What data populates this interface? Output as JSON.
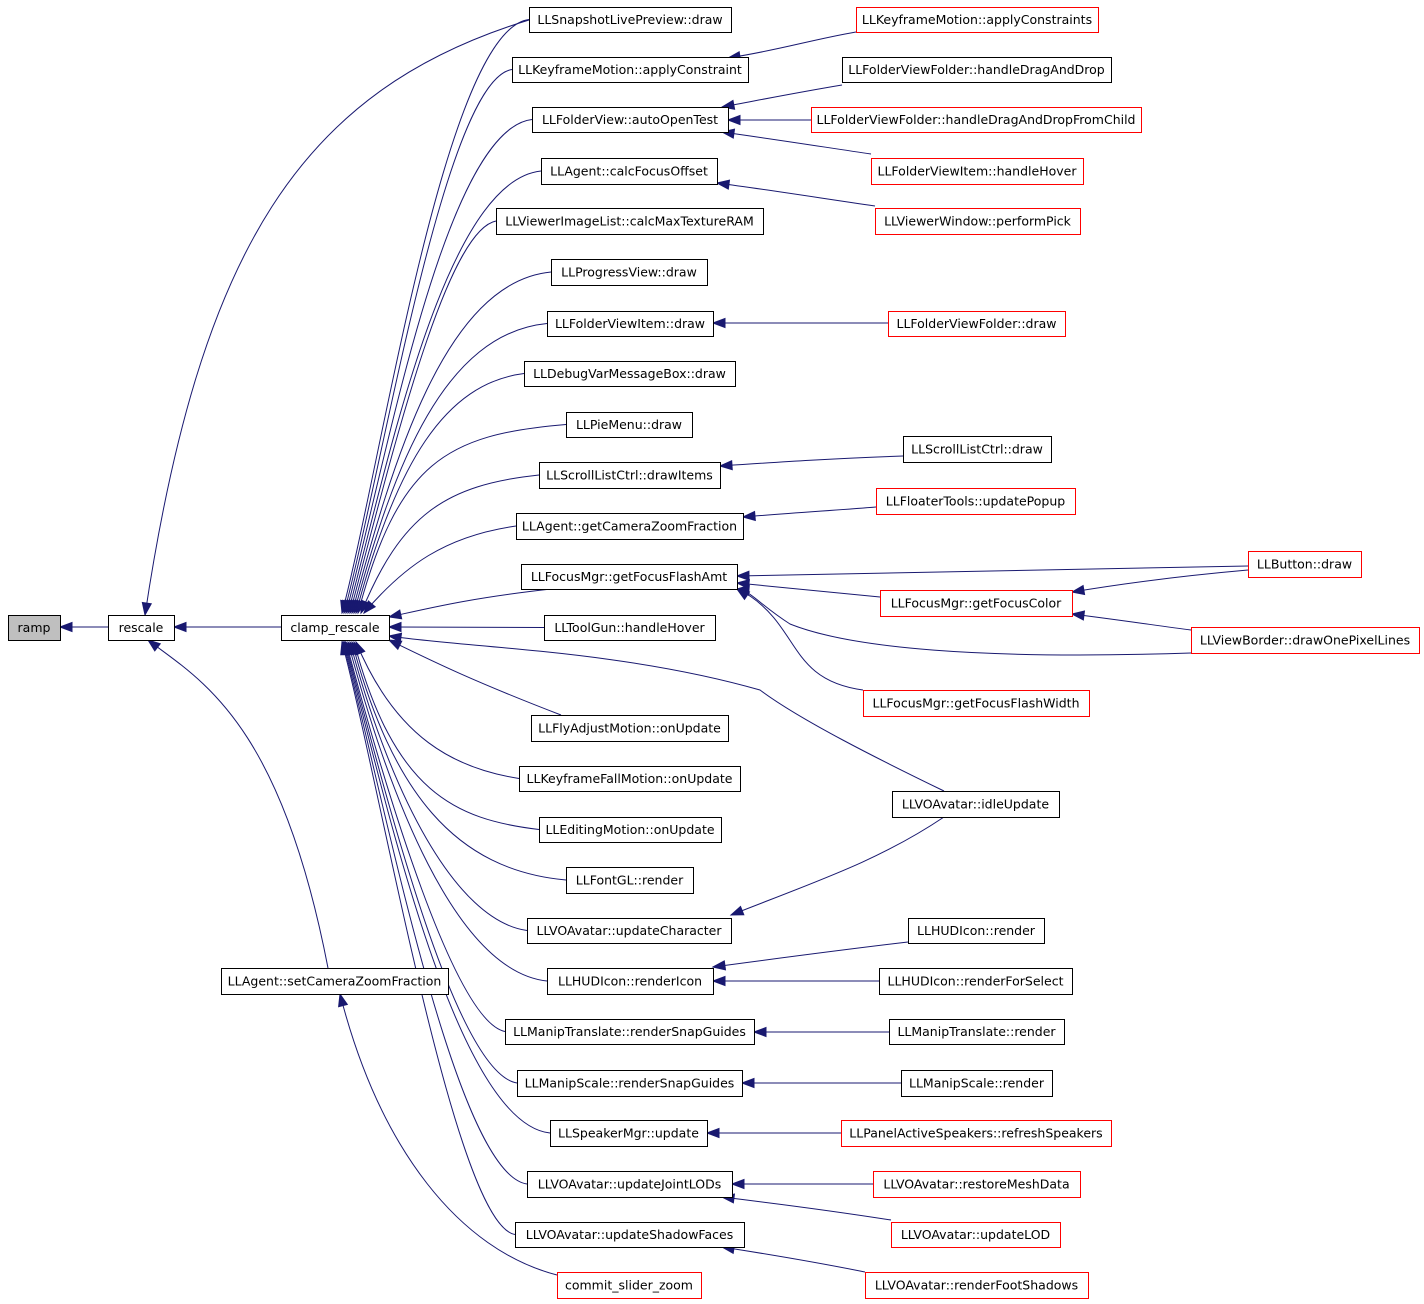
{
  "colors": {
    "edge": "#191970",
    "node_border": "#000000",
    "truncated_border": "#ff0000",
    "root_fill": "#bfbfbf",
    "node_fill": "#ffffff"
  },
  "nodes": [
    {
      "id": "ramp",
      "label": "ramp",
      "kind": "root"
    },
    {
      "id": "rescale",
      "label": "rescale",
      "kind": "normal"
    },
    {
      "id": "clamp_rescale",
      "label": "clamp_rescale",
      "kind": "normal"
    },
    {
      "id": "setCameraZoomFraction",
      "label": "LLAgent::setCameraZoomFraction",
      "kind": "normal"
    },
    {
      "id": "commit_slider_zoom",
      "label": "commit_slider_zoom",
      "kind": "truncated"
    },
    {
      "id": "snapshotDraw",
      "label": "LLSnapshotLivePreview::draw",
      "kind": "normal"
    },
    {
      "id": "applyConstraint",
      "label": "LLKeyframeMotion::applyConstraint",
      "kind": "normal"
    },
    {
      "id": "autoOpenTest",
      "label": "LLFolderView::autoOpenTest",
      "kind": "normal"
    },
    {
      "id": "calcFocusOffset",
      "label": "LLAgent::calcFocusOffset",
      "kind": "normal"
    },
    {
      "id": "calcMaxTextureRAM",
      "label": "LLViewerImageList::calcMaxTextureRAM",
      "kind": "normal"
    },
    {
      "id": "progressDraw",
      "label": "LLProgressView::draw",
      "kind": "normal"
    },
    {
      "id": "folderViewItemDraw",
      "label": "LLFolderViewItem::draw",
      "kind": "normal"
    },
    {
      "id": "debugVarDraw",
      "label": "LLDebugVarMessageBox::draw",
      "kind": "normal"
    },
    {
      "id": "pieMenuDraw",
      "label": "LLPieMenu::draw",
      "kind": "normal"
    },
    {
      "id": "drawItems",
      "label": "LLScrollListCtrl::drawItems",
      "kind": "normal"
    },
    {
      "id": "getCameraZoomFraction",
      "label": "LLAgent::getCameraZoomFraction",
      "kind": "normal"
    },
    {
      "id": "getFocusFlashAmt",
      "label": "LLFocusMgr::getFocusFlashAmt",
      "kind": "normal"
    },
    {
      "id": "toolGunHover",
      "label": "LLToolGun::handleHover",
      "kind": "normal"
    },
    {
      "id": "flyAdjust",
      "label": "LLFlyAdjustMotion::onUpdate",
      "kind": "normal"
    },
    {
      "id": "keyframeFall",
      "label": "LLKeyframeFallMotion::onUpdate",
      "kind": "normal"
    },
    {
      "id": "editingMotion",
      "label": "LLEditingMotion::onUpdate",
      "kind": "normal"
    },
    {
      "id": "fontRender",
      "label": "LLFontGL::render",
      "kind": "normal"
    },
    {
      "id": "updateCharacter",
      "label": "LLVOAvatar::updateCharacter",
      "kind": "normal"
    },
    {
      "id": "renderIcon",
      "label": "LLHUDIcon::renderIcon",
      "kind": "normal"
    },
    {
      "id": "translateSnap",
      "label": "LLManipTranslate::renderSnapGuides",
      "kind": "normal"
    },
    {
      "id": "scaleSnap",
      "label": "LLManipScale::renderSnapGuides",
      "kind": "normal"
    },
    {
      "id": "speakerUpdate",
      "label": "LLSpeakerMgr::update",
      "kind": "normal"
    },
    {
      "id": "updateJointLODs",
      "label": "LLVOAvatar::updateJointLODs",
      "kind": "normal"
    },
    {
      "id": "updateShadowFaces",
      "label": "LLVOAvatar::updateShadowFaces",
      "kind": "normal"
    },
    {
      "id": "applyConstraints",
      "label": "LLKeyframeMotion::applyConstraints",
      "kind": "truncated"
    },
    {
      "id": "handleDragAndDrop",
      "label": "LLFolderViewFolder::handleDragAndDrop",
      "kind": "normal"
    },
    {
      "id": "handleDragAndDropFromChild",
      "label": "LLFolderViewFolder::handleDragAndDropFromChild",
      "kind": "truncated"
    },
    {
      "id": "itemHandleHover",
      "label": "LLFolderViewItem::handleHover",
      "kind": "truncated"
    },
    {
      "id": "performPick",
      "label": "LLViewerWindow::performPick",
      "kind": "truncated"
    },
    {
      "id": "folderDraw",
      "label": "LLFolderViewFolder::draw",
      "kind": "truncated"
    },
    {
      "id": "scrollListDraw",
      "label": "LLScrollListCtrl::draw",
      "kind": "normal"
    },
    {
      "id": "updatePopup",
      "label": "LLFloaterTools::updatePopup",
      "kind": "truncated"
    },
    {
      "id": "buttonDraw",
      "label": "LLButton::draw",
      "kind": "truncated"
    },
    {
      "id": "getFocusColor",
      "label": "LLFocusMgr::getFocusColor",
      "kind": "truncated"
    },
    {
      "id": "drawOnePixelLines",
      "label": "LLViewBorder::drawOnePixelLines",
      "kind": "truncated"
    },
    {
      "id": "getFocusFlashWidth",
      "label": "LLFocusMgr::getFocusFlashWidth",
      "kind": "truncated"
    },
    {
      "id": "idleUpdate",
      "label": "LLVOAvatar::idleUpdate",
      "kind": "normal"
    },
    {
      "id": "hudRender",
      "label": "LLHUDIcon::render",
      "kind": "normal"
    },
    {
      "id": "renderForSelect",
      "label": "LLHUDIcon::renderForSelect",
      "kind": "normal"
    },
    {
      "id": "translateRender",
      "label": "LLManipTranslate::render",
      "kind": "normal"
    },
    {
      "id": "scaleRender",
      "label": "LLManipScale::render",
      "kind": "normal"
    },
    {
      "id": "refreshSpeakers",
      "label": "LLPanelActiveSpeakers::refreshSpeakers",
      "kind": "truncated"
    },
    {
      "id": "restoreMeshData",
      "label": "LLVOAvatar::restoreMeshData",
      "kind": "truncated"
    },
    {
      "id": "updateLOD",
      "label": "LLVOAvatar::updateLOD",
      "kind": "truncated"
    },
    {
      "id": "renderFootShadows",
      "label": "LLVOAvatar::renderFootShadows",
      "kind": "truncated"
    }
  ],
  "edges": [
    [
      "rescale",
      "ramp"
    ],
    [
      "clamp_rescale",
      "rescale"
    ],
    [
      "setCameraZoomFraction",
      "rescale"
    ],
    [
      "snapshotDraw",
      "rescale"
    ],
    [
      "commit_slider_zoom",
      "setCameraZoomFraction"
    ],
    [
      "snapshotDraw",
      "clamp_rescale"
    ],
    [
      "applyConstraint",
      "clamp_rescale"
    ],
    [
      "autoOpenTest",
      "clamp_rescale"
    ],
    [
      "calcFocusOffset",
      "clamp_rescale"
    ],
    [
      "calcMaxTextureRAM",
      "clamp_rescale"
    ],
    [
      "progressDraw",
      "clamp_rescale"
    ],
    [
      "folderViewItemDraw",
      "clamp_rescale"
    ],
    [
      "debugVarDraw",
      "clamp_rescale"
    ],
    [
      "pieMenuDraw",
      "clamp_rescale"
    ],
    [
      "drawItems",
      "clamp_rescale"
    ],
    [
      "getCameraZoomFraction",
      "clamp_rescale"
    ],
    [
      "getFocusFlashAmt",
      "clamp_rescale"
    ],
    [
      "toolGunHover",
      "clamp_rescale"
    ],
    [
      "idleUpdate",
      "clamp_rescale"
    ],
    [
      "flyAdjust",
      "clamp_rescale"
    ],
    [
      "keyframeFall",
      "clamp_rescale"
    ],
    [
      "editingMotion",
      "clamp_rescale"
    ],
    [
      "fontRender",
      "clamp_rescale"
    ],
    [
      "updateCharacter",
      "clamp_rescale"
    ],
    [
      "renderIcon",
      "clamp_rescale"
    ],
    [
      "translateSnap",
      "clamp_rescale"
    ],
    [
      "scaleSnap",
      "clamp_rescale"
    ],
    [
      "speakerUpdate",
      "clamp_rescale"
    ],
    [
      "updateJointLODs",
      "clamp_rescale"
    ],
    [
      "updateShadowFaces",
      "clamp_rescale"
    ],
    [
      "applyConstraints",
      "applyConstraint"
    ],
    [
      "handleDragAndDrop",
      "autoOpenTest"
    ],
    [
      "handleDragAndDropFromChild",
      "autoOpenTest"
    ],
    [
      "itemHandleHover",
      "autoOpenTest"
    ],
    [
      "performPick",
      "calcFocusOffset"
    ],
    [
      "folderDraw",
      "folderViewItemDraw"
    ],
    [
      "scrollListDraw",
      "drawItems"
    ],
    [
      "updatePopup",
      "getCameraZoomFraction"
    ],
    [
      "buttonDraw",
      "getFocusFlashAmt"
    ],
    [
      "getFocusColor",
      "getFocusFlashAmt"
    ],
    [
      "drawOnePixelLines",
      "getFocusFlashAmt"
    ],
    [
      "getFocusFlashWidth",
      "getFocusFlashAmt"
    ],
    [
      "buttonDraw",
      "getFocusColor"
    ],
    [
      "drawOnePixelLines",
      "getFocusColor"
    ],
    [
      "idleUpdate",
      "updateCharacter"
    ],
    [
      "hudRender",
      "renderIcon"
    ],
    [
      "renderForSelect",
      "renderIcon"
    ],
    [
      "translateRender",
      "translateSnap"
    ],
    [
      "scaleRender",
      "scaleSnap"
    ],
    [
      "refreshSpeakers",
      "speakerUpdate"
    ],
    [
      "restoreMeshData",
      "updateJointLODs"
    ],
    [
      "updateLOD",
      "updateJointLODs"
    ],
    [
      "renderFootShadows",
      "updateShadowFaces"
    ]
  ]
}
